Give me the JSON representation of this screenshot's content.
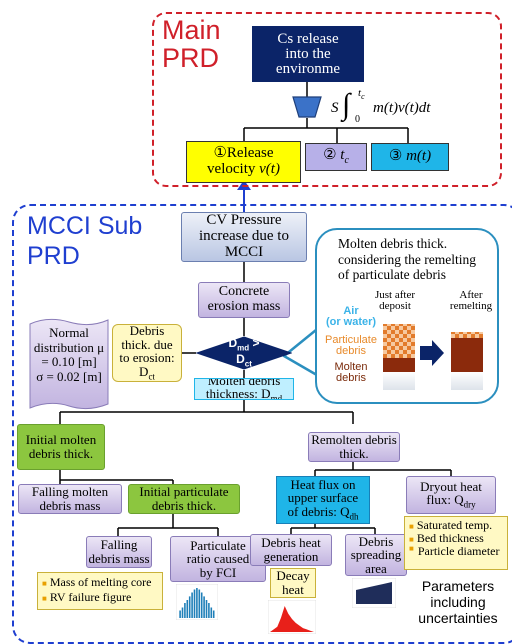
{
  "main_prd": {
    "label": "Main\nPRD",
    "top": "Cs release\ninto the\nenvironme",
    "formula_s": "S",
    "formula_upper": "t",
    "formula_upper_sub": "c",
    "formula_lower": "0",
    "formula_body": "m(t)v(t)dt",
    "release": "①Release\nvelocity ",
    "release_var": "v(t)",
    "tc": "② ",
    "tc_var": "t",
    "tc_sub": "c",
    "m": "③ ",
    "m_var": "m(t)"
  },
  "mcci": {
    "label": "MCCI Sub\nPRD",
    "cv_pressure": "CV Pressure\nincrease due to\nMCCI",
    "concrete": "Concrete\nerosion mass",
    "normal": "Normal\ndistribution μ\n= 0.10 [m]\nσ = 0.02 [m]",
    "erosion_thick": "Debris\nthick. due\nto erosion:\nD",
    "erosion_thick_sub": "ct",
    "diamond_top": "D",
    "diamond_top_sub": "md",
    "diamond_gt": " >",
    "diamond_bot": "D",
    "diamond_bot_sub": "ct",
    "molten_thick": "Molten debris\nthickness: D",
    "molten_thick_sub": "md"
  },
  "callout": {
    "title": "Molten debris thick.\nconsidering the remelting\nof particulate debris",
    "air": "Air\n(or water)",
    "particulate": "Particulate\ndebris",
    "molten": "Molten\ndebris",
    "after_deposit": "Just after\ndeposit",
    "after_remelting": "After\nremelting"
  },
  "lower": {
    "initial_molten": "Initial molten\ndebris thick.",
    "remolten": "Remolten debris\nthick.",
    "falling_molten": "Falling molten\ndebris mass",
    "initial_particulate": "Initial particulate\ndebris thick.",
    "heat_flux": "Heat flux on\nupper surface\nof debris: Q",
    "heat_flux_sub": "dh",
    "dryout": "Dryout heat\nflux: Q",
    "dryout_sub": "dry",
    "falling_debris": "Falling\ndebris mass",
    "particulate_ratio": "Particulate\nratio caused\nby FCI",
    "debris_heat": "Debris heat\ngeneration",
    "debris_spreading": "Debris\nspreading\narea",
    "decay_heat": "Decay\nheat",
    "mass_list": [
      "Mass of melting core",
      "RV failure figure"
    ],
    "dryout_list": [
      "Saturated temp.",
      "Bed thickness",
      "Particle diameter"
    ],
    "params": "Parameters\nincluding\nuncertainties"
  },
  "colors": {
    "main_border": "#d0202a",
    "mcci_border": "#1f3fd0",
    "navy": "#0b2468",
    "yellow": "#ffff00",
    "lilac": "#b7b0e8",
    "diamond": "#0b2468",
    "cyan": "#1fb5e8",
    "green": "#8cc63f",
    "label": "#fff9c4"
  },
  "histogram": [
    0.25,
    0.35,
    0.5,
    0.6,
    0.72,
    0.85,
    0.95,
    1.0,
    0.95,
    0.85,
    0.72,
    0.6,
    0.5,
    0.35,
    0.25
  ],
  "decay_curve": [
    0.0,
    0.1,
    0.2,
    0.55,
    1.0,
    0.7,
    0.5,
    0.35,
    0.25,
    0.15,
    0.1,
    0.05,
    0.0
  ]
}
